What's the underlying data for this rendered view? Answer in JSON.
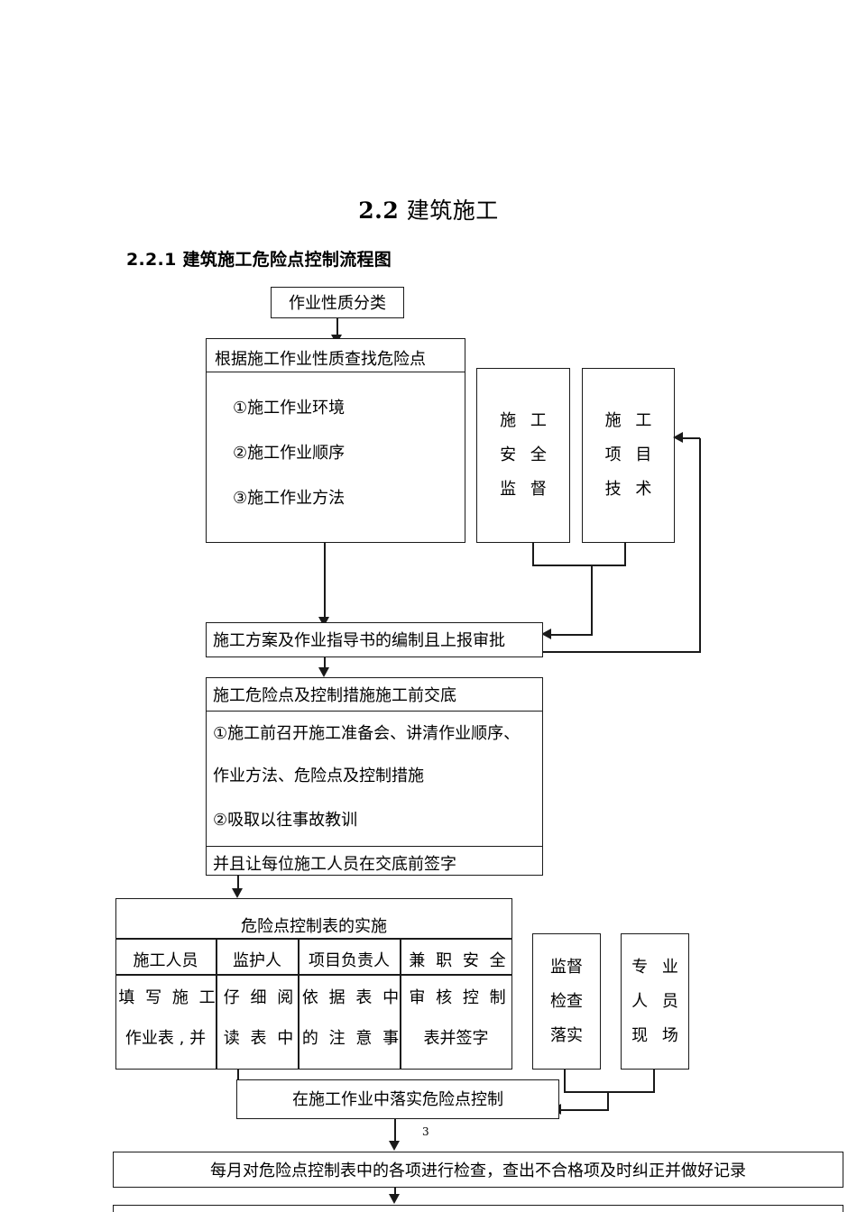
{
  "document": {
    "page_number": "3",
    "section_title_number": "2.2",
    "section_title_text": "建筑施工",
    "subsection_title": "2.2.1 建筑施工危险点控制流程图"
  },
  "flowchart": {
    "start_box": "作业性质分类",
    "hazard_box": {
      "header": "根据施工作业性质查找危险点",
      "items": [
        "①施工作业环境",
        "②施工作业顺序",
        "③施工作业方法"
      ]
    },
    "side_columns": [
      {
        "name": "construction-safety-supervision",
        "chars": [
          "施 工",
          "安 全",
          "监 督"
        ]
      },
      {
        "name": "construction-project-technology",
        "chars": [
          "施 工",
          "项 目",
          "技 术"
        ]
      }
    ],
    "plan_box": "施工方案及作业指导书的编制且上报审批",
    "disclosure_box": {
      "header": "施工危险点及控制措施施工前交底",
      "lines": [
        "①施工前召开施工准备会、讲清作业顺序、",
        "作业方法、危险点及控制措施",
        "②吸取以往事故教训"
      ],
      "footer": "并且让每位施工人员在交底前签字"
    },
    "control_table": {
      "title": "危险点控制表的实施",
      "columns": [
        {
          "header": "施工人员",
          "lines": [
            "填 写 施 工",
            "作业表 , 并"
          ]
        },
        {
          "header": "监护人",
          "lines": [
            "仔 细 阅",
            "读 表 中"
          ]
        },
        {
          "header": "项目负责人",
          "lines": [
            "依 据 表 中",
            "的 注 意 事"
          ]
        },
        {
          "header": "兼 职 安 全",
          "lines": [
            "审 核 控 制",
            "表并签字"
          ]
        }
      ]
    },
    "right_columns": [
      {
        "name": "supervision-inspection-implementation",
        "chars": [
          "监督",
          "检查",
          "落实"
        ]
      },
      {
        "name": "professional-personnel-onsite",
        "chars": [
          "专 业",
          "人 员",
          "现 场"
        ]
      }
    ],
    "implement_box": "在施工作业中落实危险点控制",
    "monthly_check_box": "每月对危险点控制表中的各项进行检查，查出不合格项及时纠正并做好记录"
  },
  "colors": {
    "ink": "#1a1a1a",
    "paper": "#ffffff"
  }
}
